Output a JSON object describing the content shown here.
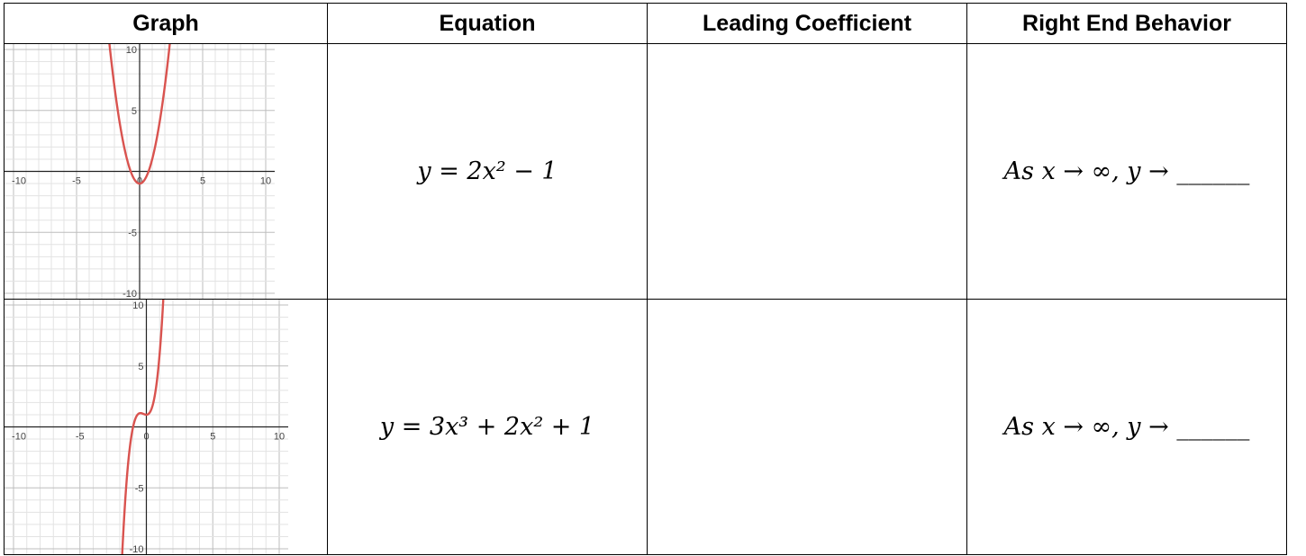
{
  "table": {
    "headers": [
      "Graph",
      "Equation",
      "Leading Coefficient",
      "Right End Behavior"
    ],
    "rows": [
      {
        "equation": "y = 2x² − 1",
        "leading_coefficient": "",
        "end_behavior": "As x → ∞, y → ______",
        "graph": {
          "xlim": [
            -10,
            10
          ],
          "ylim": [
            -10,
            10
          ],
          "x_ticks": [
            "-10",
            "-5",
            "0",
            "5",
            "10"
          ],
          "y_ticks": [
            "10",
            "5",
            "-5",
            "-10"
          ],
          "curve_color": "#d9534f"
        }
      },
      {
        "equation": "y = 3x³ + 2x² + 1",
        "leading_coefficient": "",
        "end_behavior": "As x → ∞, y → ______",
        "graph": {
          "xlim": [
            -10,
            10
          ],
          "ylim": [
            -10,
            10
          ],
          "x_ticks": [
            "-10",
            "-5",
            "0",
            "5",
            "10"
          ],
          "y_ticks": [
            "10",
            "5",
            "-5",
            "-10"
          ],
          "curve_color": "#d9534f"
        }
      }
    ]
  }
}
